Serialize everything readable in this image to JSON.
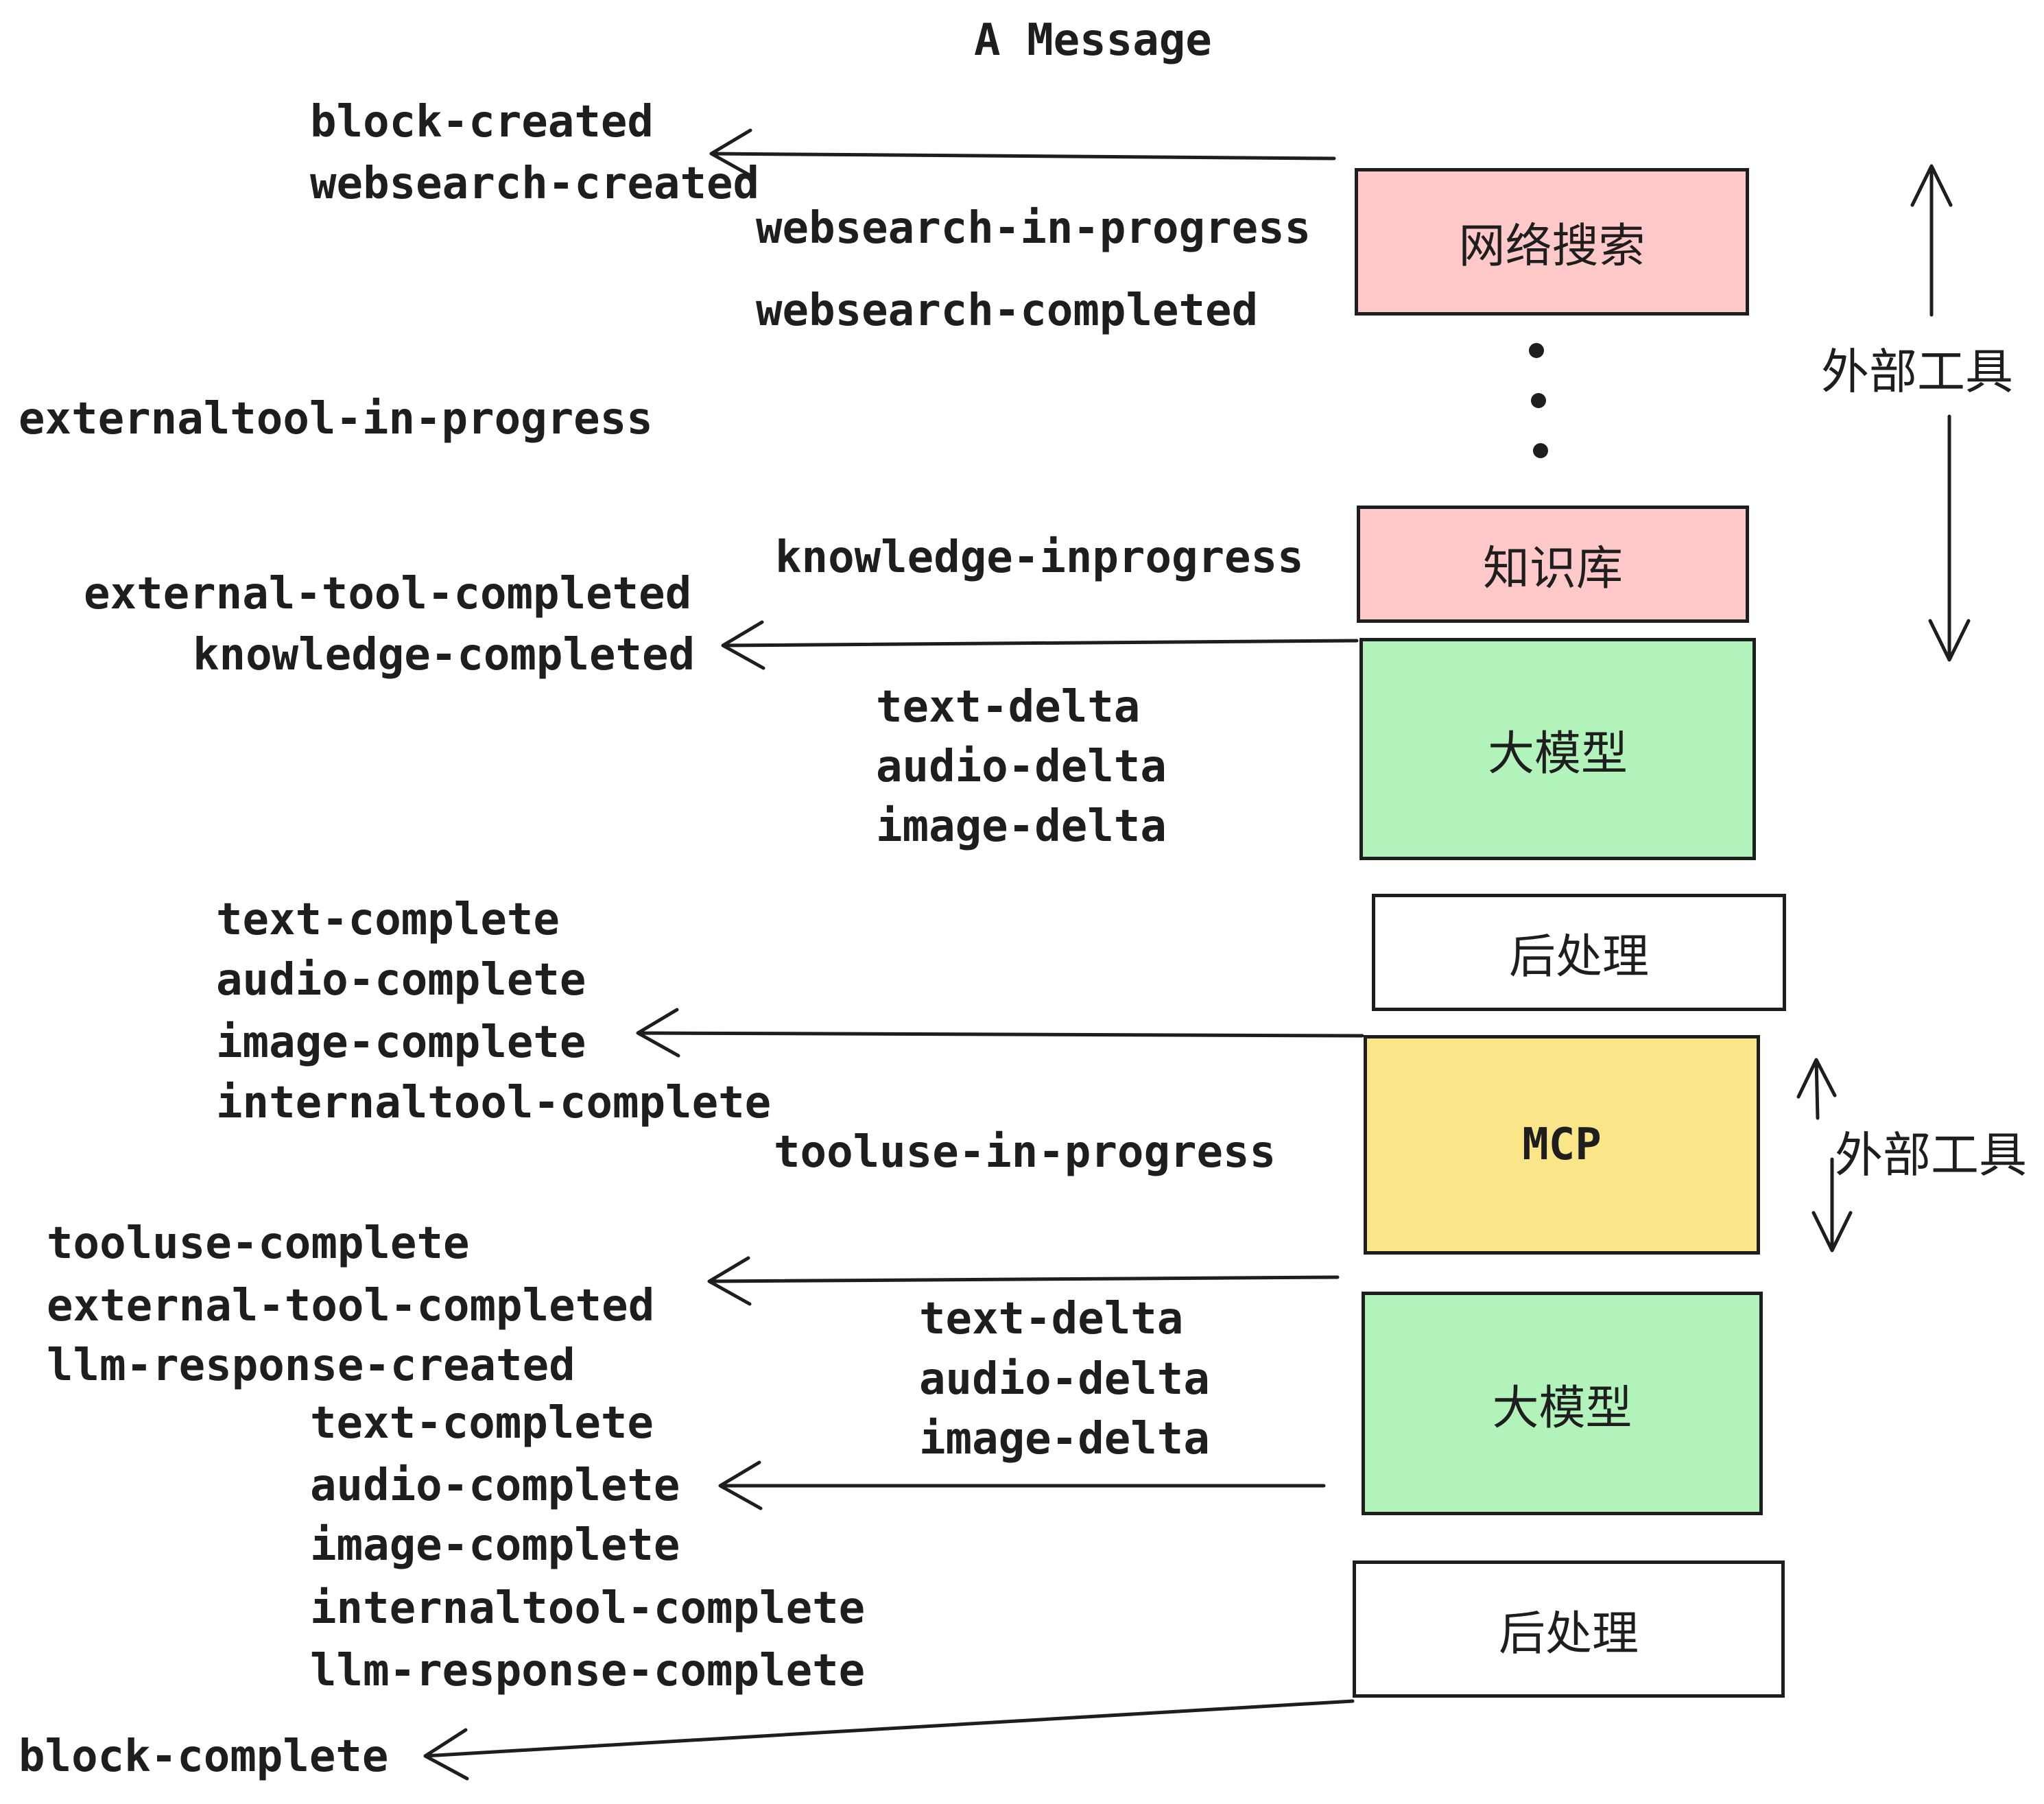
{
  "title": "A Message",
  "colors": {
    "box_pink": "#FFC9C9",
    "box_green": "#B2F2BB",
    "box_yellow": "#FAE588",
    "box_white": "#FFFFFF",
    "stroke": "#1E1E1E",
    "background": "#FFFFFF"
  },
  "boxes": {
    "websearch": "网络搜索",
    "knowledge": "知识库",
    "llm_1": "大模型",
    "postprocess_1": "后处理",
    "mcp": "MCP",
    "llm_2": "大模型",
    "postprocess_2": "后处理"
  },
  "side_labels": {
    "external_tools_top": "外部工具",
    "external_tools_mcp": "外部工具"
  },
  "events": {
    "block_created": "block-created",
    "websearch_created": "websearch-created",
    "websearch_in_progress": "websearch-in-progress",
    "websearch_completed": "websearch-completed",
    "externaltool_in_progress": "externaltool-in-progress",
    "knowledge_inprogress": "knowledge-inprogress",
    "external_tool_completed": "external-tool-completed",
    "knowledge_completed": "knowledge-completed",
    "text_delta_1": "text-delta",
    "audio_delta_1": "audio-delta",
    "image_delta_1": "image-delta",
    "text_complete_1": "text-complete",
    "audio_complete_1": "audio-complete",
    "image_complete_1": "image-complete",
    "internaltool_complete_1": "internaltool-complete",
    "tooluse_in_progress": "tooluse-in-progress",
    "tooluse_complete": "tooluse-complete",
    "external_tool_completed_2": "external-tool-completed",
    "llm_response_created": "llm-response-created",
    "text_delta_2": "text-delta",
    "audio_delta_2": "audio-delta",
    "image_delta_2": "image-delta",
    "text_complete_2": "text-complete",
    "audio_complete_2": "audio-complete",
    "image_complete_2": "image-complete",
    "internaltool_complete_2": "internaltool-complete",
    "llm_response_complete": "llm-response-complete",
    "block_complete": "block-complete"
  }
}
